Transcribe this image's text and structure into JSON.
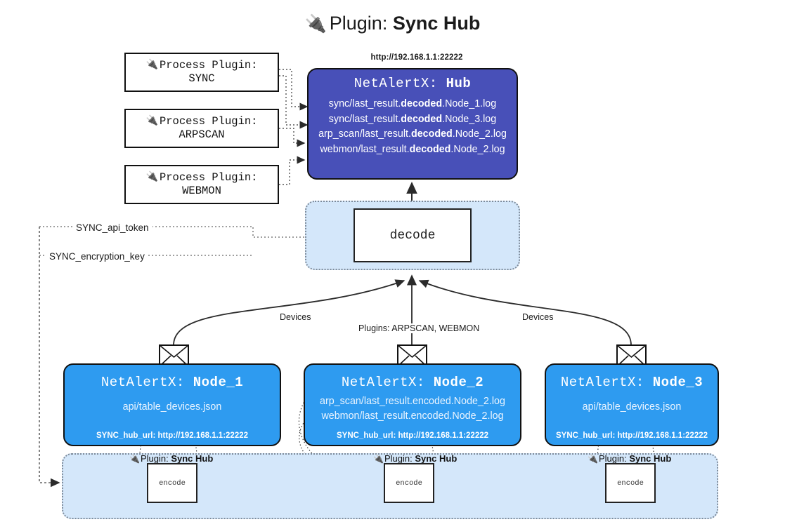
{
  "title": {
    "icon": "plug-icon",
    "prefix": "Plugin:",
    "name": "Sync Hub"
  },
  "process_plugins": [
    {
      "icon": "plug-icon",
      "line1": "Process Plugin:",
      "line2": "SYNC"
    },
    {
      "icon": "plug-icon",
      "line1": "Process Plugin:",
      "line2": "ARPSCAN"
    },
    {
      "icon": "plug-icon",
      "line1": "Process Plugin:",
      "line2": "WEBMON"
    }
  ],
  "hub": {
    "url": "http://192.168.1.1:22222",
    "title_prefix": "NetAlertX:",
    "title_name": "Hub",
    "logs": [
      {
        "pre": "sync/last_result.",
        "bold": "decoded",
        "post": ".Node_1.log"
      },
      {
        "pre": "sync/last_result.",
        "bold": "decoded",
        "post": ".Node_3.log"
      },
      {
        "pre": "arp_scan/last_result.",
        "bold": "decoded",
        "post": ".Node_2.log"
      },
      {
        "pre": "webmon/last_result.",
        "bold": "decoded",
        "post": ".Node_2.log"
      }
    ]
  },
  "decode": {
    "label": "decode"
  },
  "keys": {
    "api_token": "SYNC_api_token",
    "encryption_key": "SYNC_encryption_key"
  },
  "edges": {
    "devices_left": "Devices",
    "devices_right": "Devices",
    "plugins": "Plugins: ARPSCAN, WEBMON"
  },
  "nodes": [
    {
      "title_prefix": "NetAlertX:",
      "title_name": "Node_1",
      "lines": [
        "api/table_devices.json"
      ],
      "hub_url_label": "SYNC_hub_url: http://192.168.1.1:22222",
      "envelope_icon": "envelope-icon"
    },
    {
      "title_prefix": "NetAlertX:",
      "title_name": "Node_2",
      "lines": [
        "arp_scan/last_result.encoded.Node_2.log",
        "webmon/last_result.encoded.Node_2.log"
      ],
      "hub_url_label": "SYNC_hub_url: http://192.168.1.1:22222",
      "envelope_icon": "envelope-icon"
    },
    {
      "title_prefix": "NetAlertX:",
      "title_name": "Node_3",
      "lines": [
        "api/table_devices.json"
      ],
      "hub_url_label": "SYNC_hub_url: http://192.168.1.1:22222",
      "envelope_icon": "envelope-icon"
    }
  ],
  "encoders": [
    {
      "tag_icon": "plug-icon",
      "tag_prefix": "Plugin:",
      "tag_name": "Sync Hub",
      "label": "encode"
    },
    {
      "tag_icon": "plug-icon",
      "tag_prefix": "Plugin:",
      "tag_name": "Sync Hub",
      "label": "encode"
    },
    {
      "tag_icon": "plug-icon",
      "tag_prefix": "Plugin:",
      "tag_name": "Sync Hub",
      "label": "encode"
    }
  ],
  "colors": {
    "hub": "#4850b8",
    "node": "#2e9bf0",
    "band": "#d4e7fa",
    "line": "#333333",
    "background": "#ffffff"
  }
}
